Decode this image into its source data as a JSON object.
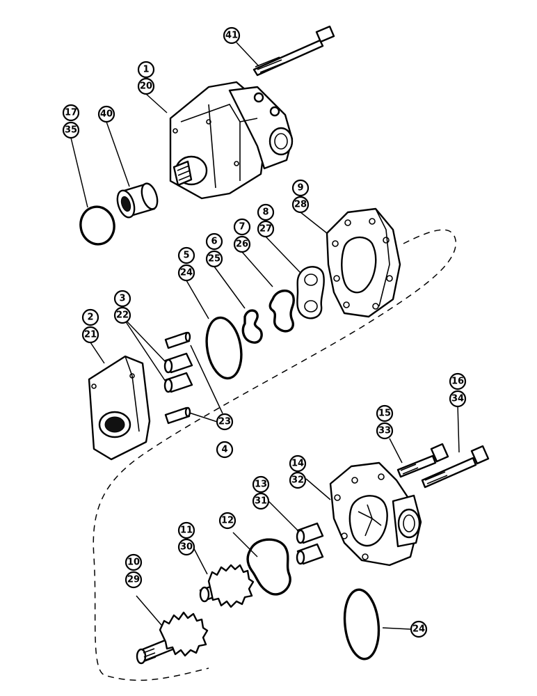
{
  "callouts": {
    "c41": "41",
    "c1": "1",
    "c20": "20",
    "c17": "17",
    "c35": "35",
    "c40": "40",
    "c9": "9",
    "c28": "28",
    "c8": "8",
    "c27": "27",
    "c7": "7",
    "c26": "26",
    "c6": "6",
    "c25": "25",
    "c5": "5",
    "c24a": "24",
    "c3": "3",
    "c22": "22",
    "c2": "2",
    "c21": "21",
    "c23": "23",
    "c4": "4",
    "c16": "16",
    "c34": "34",
    "c15": "15",
    "c33": "33",
    "c14": "14",
    "c32": "32",
    "c13": "13",
    "c31": "31",
    "c12": "12",
    "c11": "11",
    "c30": "30",
    "c10": "10",
    "c29": "29",
    "c24b": "24"
  }
}
